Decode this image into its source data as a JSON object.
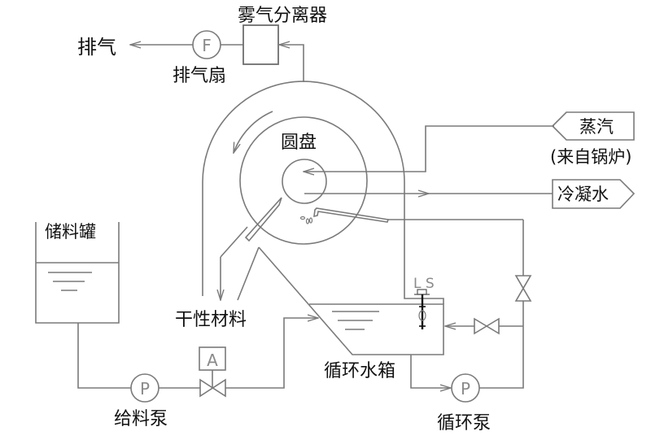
{
  "diagram": {
    "title": "圆盘干燥机工艺流程",
    "labels": {
      "exhaust": "排气",
      "exhaust_fan": "排气扇",
      "mist_separator": "雾气分离器",
      "disc": "圆盘",
      "steam": "蒸汽",
      "steam_source": "(来自锅炉)",
      "condensate": "冷凝水",
      "storage_tank": "储料罐",
      "dry_material": "干性材料",
      "circulation_tank": "循环水箱",
      "feed_pump": "给料泵",
      "circulation_pump": "循环泵",
      "level_switch": "L S"
    },
    "symbols": {
      "fan": "F",
      "feed_pump": "P",
      "circulation_pump": "P",
      "actuator": "A"
    },
    "colors": {
      "line": "#7a7a7a",
      "text": "#111111",
      "level_switch": "#111111"
    }
  }
}
